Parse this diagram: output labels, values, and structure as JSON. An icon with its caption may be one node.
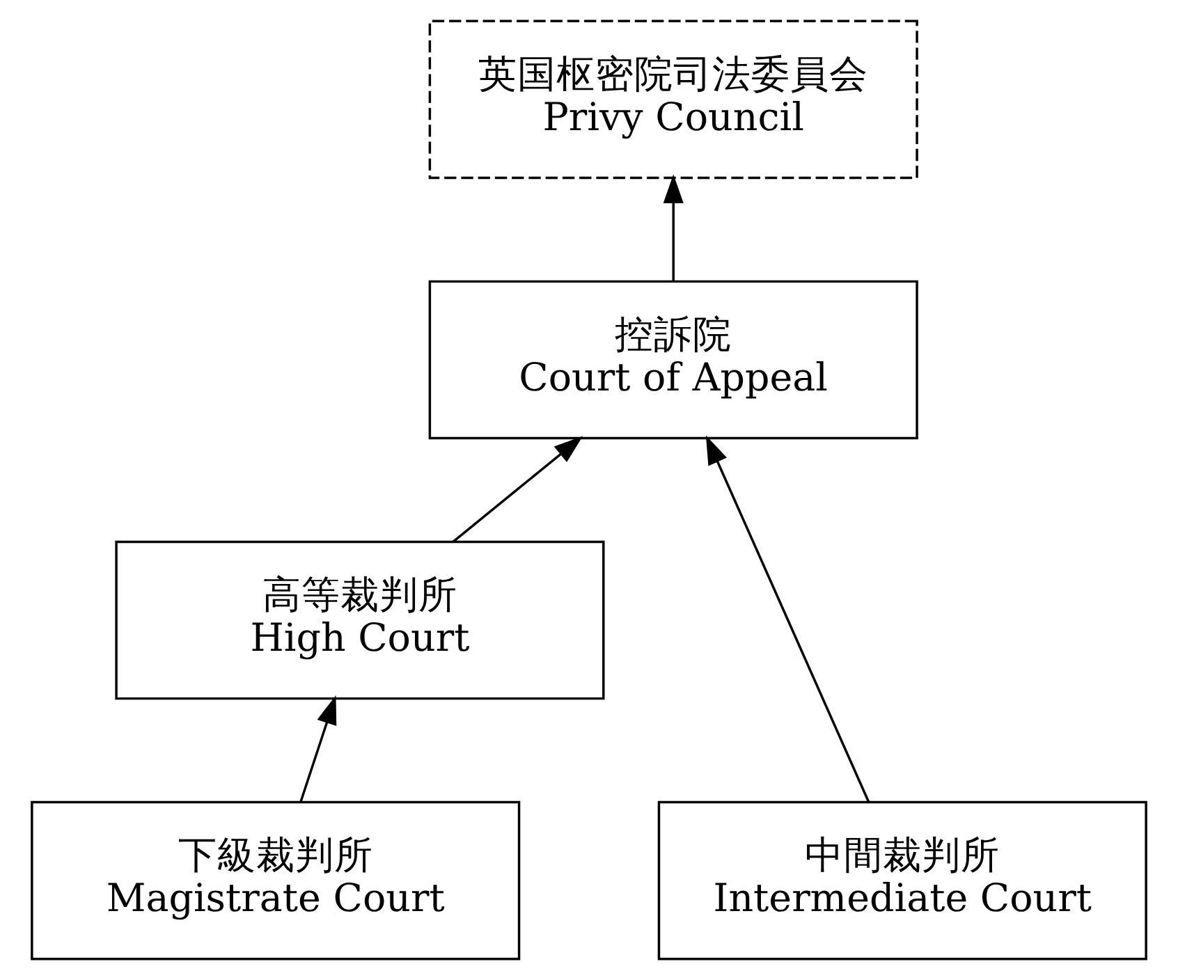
{
  "diagram": {
    "nodes": [
      {
        "text": [
          "英国枢密院司法委員会",
          "Privy Council"
        ]
      },
      {
        "text": [
          "控訴院",
          "Court of Appeal"
        ]
      },
      {
        "text": [
          "高等裁判所",
          "High Court"
        ]
      },
      {
        "text": [
          "中間裁判所",
          "Intermediate Court"
        ]
      },
      {
        "text": [
          "下級裁判所",
          "Magistrate Court"
        ]
      }
    ],
    "edges": [
      {
        "from": 1,
        "to": 0,
        "arrow": "to"
      },
      {
        "from": 2,
        "to": 1,
        "arrow": "to"
      },
      {
        "from": 3,
        "to": 1,
        "arrow": "to"
      },
      {
        "from": 4,
        "to": 2,
        "arrow": "to"
      }
    ]
  }
}
